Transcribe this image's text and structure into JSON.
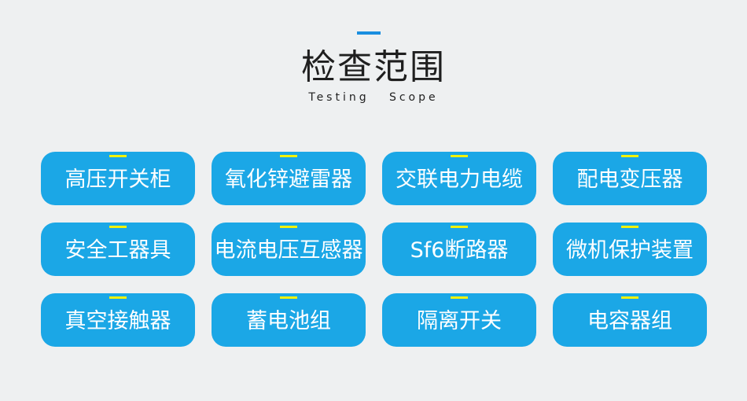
{
  "header": {
    "title": "检查范围",
    "subtitle": "Testing   Scope"
  },
  "items": [
    {
      "label": "高压开关柜"
    },
    {
      "label": "氧化锌避雷器"
    },
    {
      "label": "交联电力电缆"
    },
    {
      "label": "配电变压器"
    },
    {
      "label": "安全工器具"
    },
    {
      "label": "电流电压互感器"
    },
    {
      "label": "Sf6断路器"
    },
    {
      "label": "微机保护装置"
    },
    {
      "label": "真空接触器"
    },
    {
      "label": "蓄电池组"
    },
    {
      "label": "隔离开关"
    },
    {
      "label": "电容器组"
    }
  ],
  "colors": {
    "background": "#eef0f1",
    "card": "#1ba7e6",
    "card_accent": "#f2f20a",
    "header_bar": "#1a8ee0",
    "title_text": "#1f1f1f"
  }
}
